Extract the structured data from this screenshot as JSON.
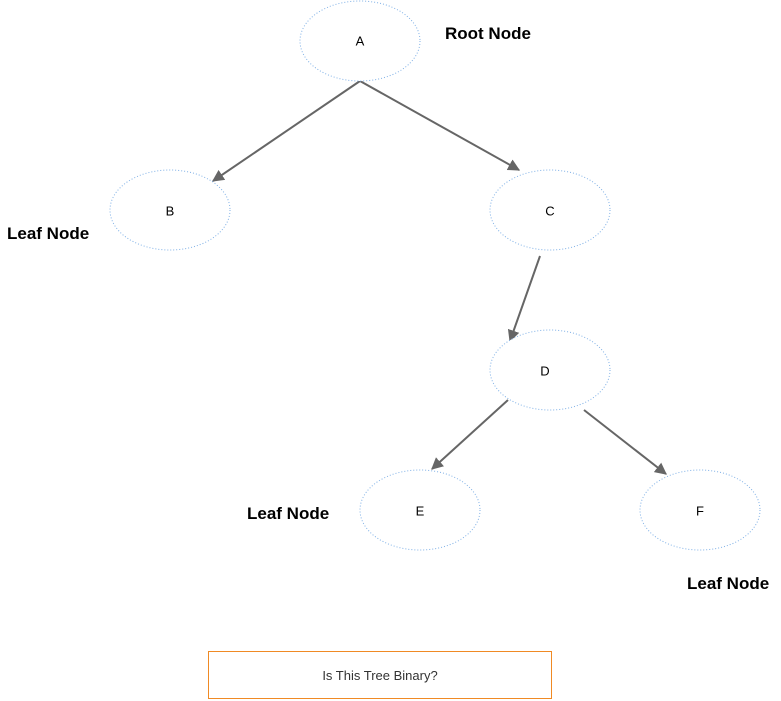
{
  "nodes": {
    "a": "A",
    "b": "B",
    "c": "C",
    "d": "D",
    "e": "E",
    "f": "F"
  },
  "annotations": {
    "root": "Root Node",
    "leaf_b": "Leaf Node",
    "leaf_e": "Leaf Node",
    "leaf_f": "Leaf Node"
  },
  "question": "Is This Tree Binary?",
  "colors": {
    "node_border": "#7fb0e6",
    "edge": "#666666",
    "question_border": "#f08a24"
  }
}
